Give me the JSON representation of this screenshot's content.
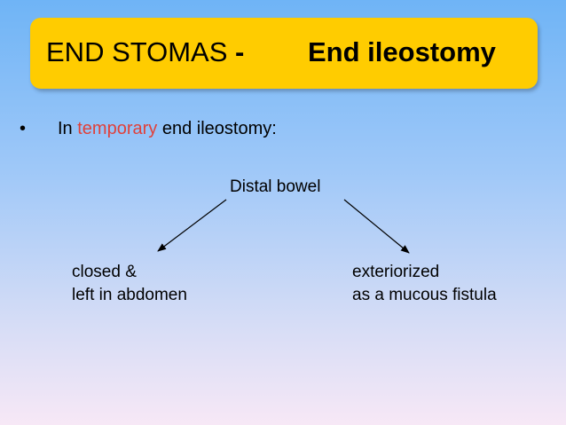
{
  "title": {
    "left": "END STOMAS",
    "dash": "-",
    "right": "End ileostomy"
  },
  "bullet": {
    "marker": "•",
    "prefix": "In ",
    "highlight": "temporary",
    "suffix": " end ileostomy:",
    "highlight_color": "#e0403a"
  },
  "diagram": {
    "root": "Distal bowel",
    "left": {
      "line1": "closed &",
      "line2": "left in abdomen"
    },
    "right": {
      "line1": "exteriorized",
      "line2": "as a mucous fistula"
    }
  },
  "colors": {
    "title_box": "#ffcc00",
    "background_top": "#6fb4f6",
    "background_bottom": "#f7e8f6"
  }
}
